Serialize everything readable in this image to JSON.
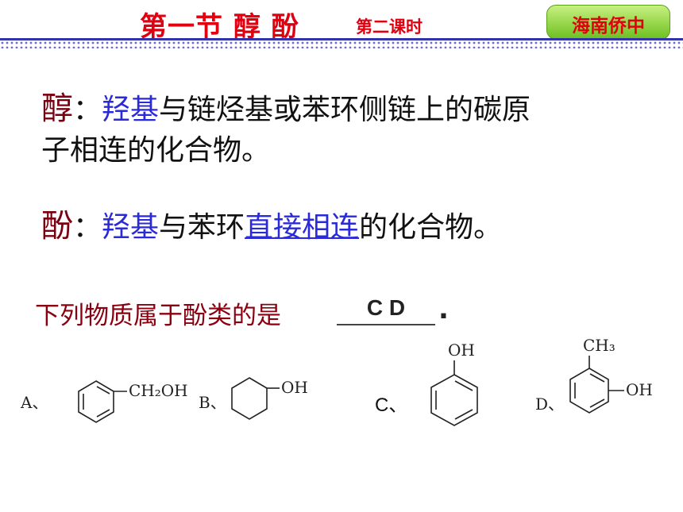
{
  "header": {
    "title": "第一节 醇 酚",
    "subtitle": "第二课时",
    "badge": "海南侨中"
  },
  "definitions": {
    "alcohol": {
      "term": "醇",
      "colon": "：",
      "keyword": "羟基",
      "text_line1": "与链烃基或苯环侧链上的碳原",
      "text_line2": "子相连的化合物。"
    },
    "phenol": {
      "term": "酚",
      "colon": "：",
      "keyword": "羟基",
      "text_a": "与苯环",
      "emphasis": "直接相连",
      "text_b": "的化合物。"
    }
  },
  "question": {
    "text": "下列物质属于酚类的是",
    "answer": "C D",
    "end": "."
  },
  "options": [
    {
      "label": "A、",
      "group": "CH₂OH"
    },
    {
      "label": "B、",
      "group": "OH"
    },
    {
      "label": "C、",
      "group": "OH"
    },
    {
      "label": "D、",
      "group1": "CH₃",
      "group2": "OH"
    }
  ],
  "colors": {
    "title_red": "#e00010",
    "term_red": "#7a0010",
    "keyword_blue": "#2a2ad8",
    "badge_green": "#6cc020"
  }
}
